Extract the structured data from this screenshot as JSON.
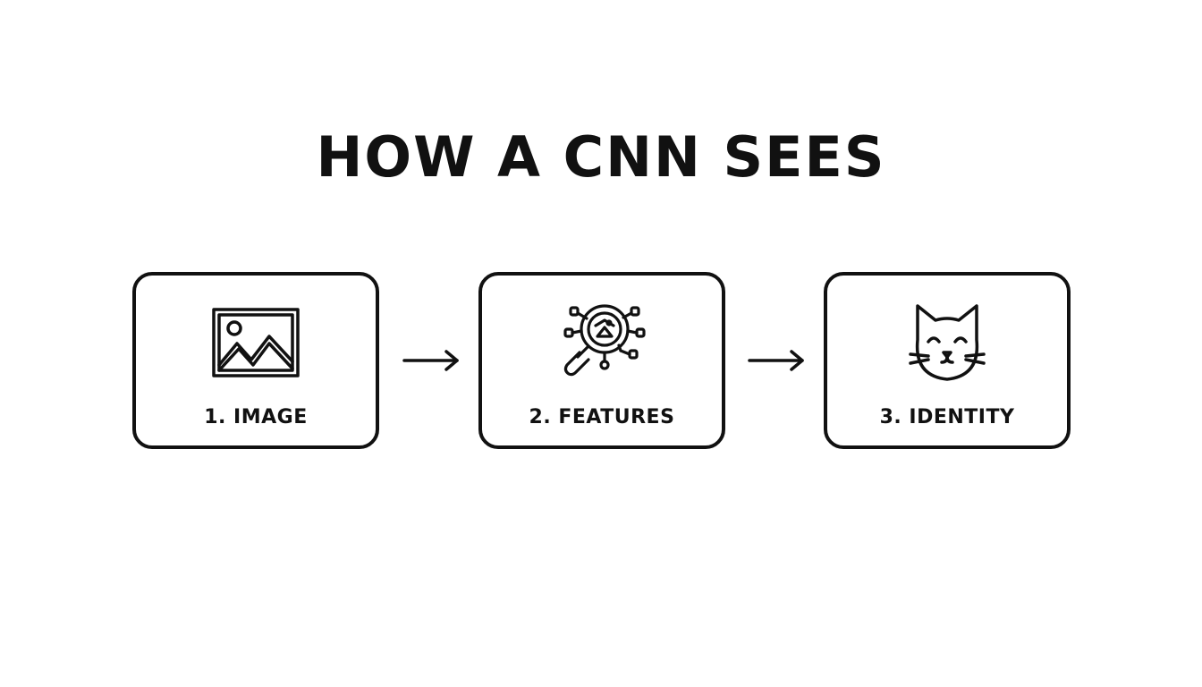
{
  "diagram": {
    "title": "HOW A CNN SEES",
    "steps": [
      {
        "label": "1. IMAGE",
        "icon": "image-icon"
      },
      {
        "label": "2. FEATURES",
        "icon": "feature-detection-icon"
      },
      {
        "label": "3. IDENTITY",
        "icon": "cat-icon"
      }
    ],
    "connector_icon": "arrow-right-icon",
    "colors": {
      "stroke": "#111111",
      "background": "#ffffff"
    }
  }
}
